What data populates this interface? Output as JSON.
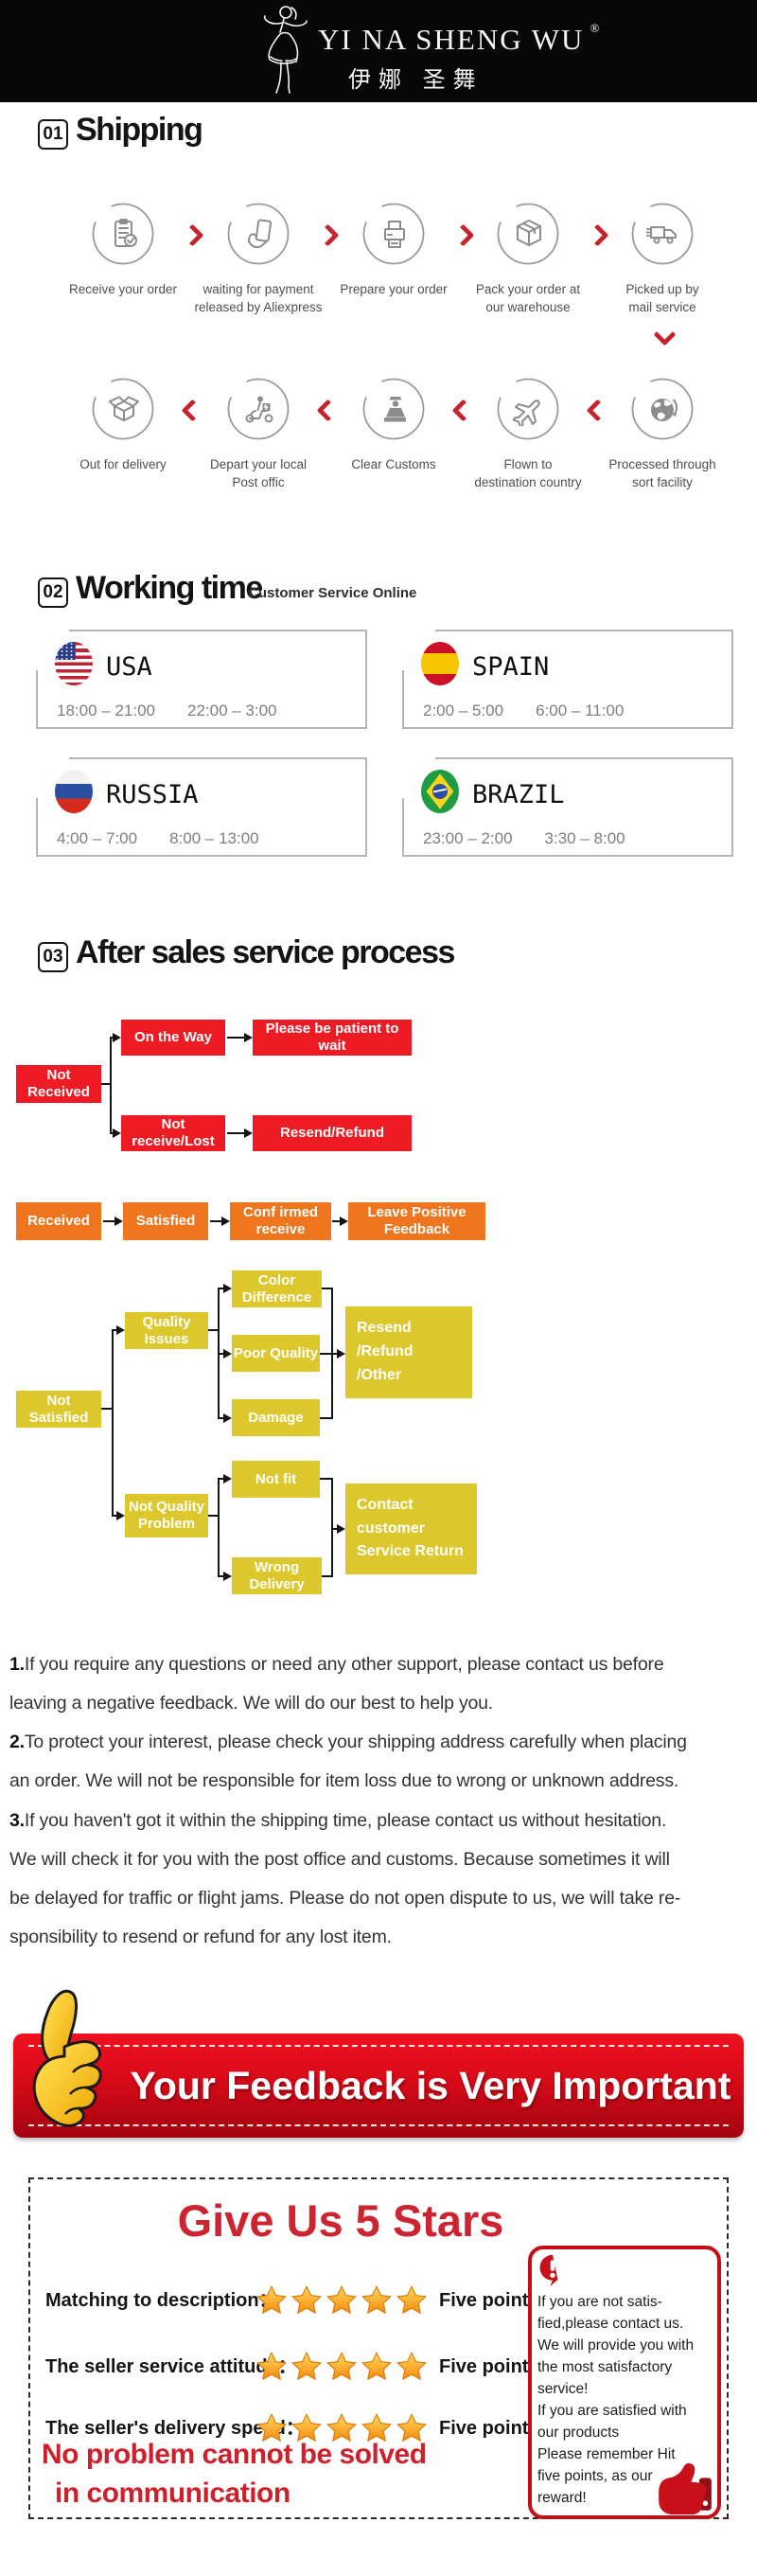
{
  "header": {
    "brand": "YI NA SHENG WU",
    "reg": "®",
    "brand_cn": "伊娜 圣舞"
  },
  "sections": {
    "shipping": {
      "num": "01",
      "title": "Shipping"
    },
    "working": {
      "num": "02",
      "title": "Working time",
      "subtitle": "Customer Service Online"
    },
    "aftersales": {
      "num": "03",
      "title": "After sales service process"
    }
  },
  "shipping": {
    "row1": [
      {
        "icon": "clipboard-check-icon",
        "label_lines": [
          "Receive your order",
          ""
        ]
      },
      {
        "icon": "hand-card-icon",
        "label_lines": [
          "waiting for payment",
          "released by Aliexpress"
        ]
      },
      {
        "icon": "printer-icon",
        "label_lines": [
          "Prepare your order",
          ""
        ]
      },
      {
        "icon": "package-icon",
        "label_lines": [
          "Pack your order at",
          "our warehouse"
        ]
      },
      {
        "icon": "truck-icon",
        "label_lines": [
          "Picked up by",
          "mail service"
        ]
      }
    ],
    "row2": [
      {
        "icon": "open-box-icon",
        "label_lines": [
          "Out  for delivery",
          ""
        ]
      },
      {
        "icon": "scooter-icon",
        "label_lines": [
          "Depart your local",
          "Post offic"
        ]
      },
      {
        "icon": "customs-officer-icon",
        "label_lines": [
          "Clear Customs",
          ""
        ]
      },
      {
        "icon": "airplane-icon",
        "label_lines": [
          "Flown to",
          "destination country"
        ]
      },
      {
        "icon": "globe-icon",
        "label_lines": [
          "Processed through",
          "sort facility"
        ]
      }
    ]
  },
  "working_time": {
    "cards": [
      {
        "country": "USA",
        "flag": "usa-flag-icon",
        "time1": "18:00 – 21:00",
        "time2": "22:00 – 3:00"
      },
      {
        "country": "SPAIN",
        "flag": "spain-flag-icon",
        "time1": "2:00 – 5:00",
        "time2": "6:00 – 11:00"
      },
      {
        "country": "RUSSIA",
        "flag": "russia-flag-icon",
        "time1": "4:00 – 7:00",
        "time2": "8:00 – 13:00"
      },
      {
        "country": "BRAZIL",
        "flag": "brazil-flag-icon",
        "time1": "23:00 – 2:00",
        "time2": "3:30 – 8:00"
      }
    ]
  },
  "flow": {
    "not_received": "Not Received",
    "on_the_way": "On the Way",
    "be_patient": "Please be patient to wait",
    "not_receive_lost": "Not receive/Lost",
    "resend_refund": "Resend/Refund",
    "received": "Received",
    "satisfied": "Satisfied",
    "confirmed_receive": "Conf irmed receive",
    "leave_feedback": "Leave Positive Feedback",
    "not_satisfied": "Not Satisfied",
    "quality_issues": "Quality Issues",
    "color_difference": "Color Difference",
    "poor_quality": "Poor Quality",
    "damage": "Damage",
    "resend_l1": "Resend",
    "resend_l2": "/Refund",
    "resend_l3": "/Other",
    "nqp_l1": "Not Quality",
    "nqp_l2": "Problem",
    "not_fit": "Not fit",
    "wrong_delivery": "Wrong Delivery",
    "contact_l1": "Contact customer",
    "contact_l2": "Service Return"
  },
  "notes": [
    {
      "num": "1.",
      "lines": [
        "If you require any questions or need any other support, please contact us before",
        "leaving a negative feedback. We will do our best to help you."
      ]
    },
    {
      "num": "2.",
      "lines": [
        "To protect your interest, please check your shipping address carefully when placing",
        "an order. We will not be responsible for item loss due to wrong or unknown address."
      ]
    },
    {
      "num": "3.",
      "lines": [
        "If you haven't got it within the shipping time, please contact us without hesitation.",
        "We will check it for you with the post office and customs. Because sometimes it will",
        "be delayed for traffic or flight jams. Please do not open dispute to us, we will take re-",
        "sponsibility to resend or refund for any lost item."
      ]
    }
  ],
  "banner": {
    "text": "Your Feedback is Very Important",
    "icon": "thumbs-up-icon"
  },
  "stars_panel": {
    "title": "Give Us 5 Stars",
    "rows": [
      {
        "label": "Matching to description：",
        "stars": 5
      },
      {
        "label": "The seller service attitude：",
        "stars": 5
      },
      {
        "label": "The seller's delivery speed：",
        "stars": 5
      }
    ],
    "points_label": "Five points",
    "notice": {
      "icon": "exclamation-bubble-icon",
      "lines": [
        "If you are not satis-",
        "fied,please contact us.",
        "We will provide you with",
        "the most satisfactory",
        "service!",
        "If you are satisfied with",
        "our products",
        "Please remember Hit",
        "five points, as our",
        "reward!"
      ]
    },
    "slogan_line1": "No problem cannot be solved",
    "slogan_line2": "in communication"
  },
  "colors": {
    "flow_red": "#ee1b24",
    "flow_orange": "#f0751f",
    "flow_yellow": "#dcc82d",
    "accent_red": "#cd2431",
    "chevron_red": "#c5242c",
    "icon_gray": "#8d8d8d"
  }
}
